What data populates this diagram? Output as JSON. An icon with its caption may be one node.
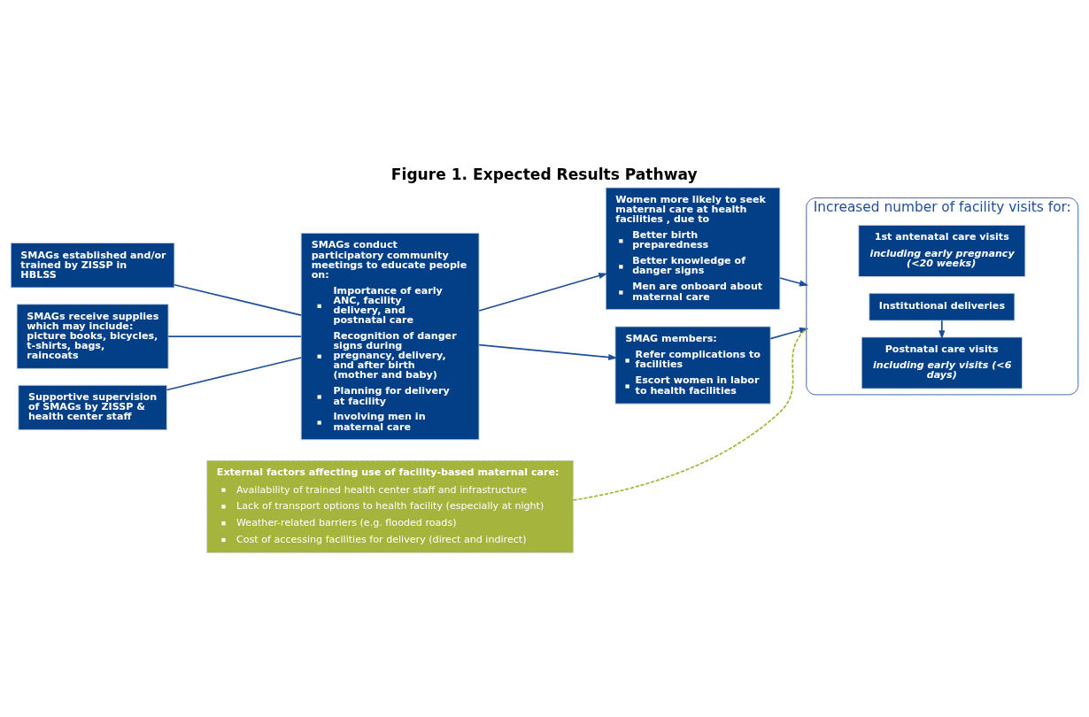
{
  "diagram": {
    "title": "Figure 1. Expected Results Pathway",
    "nodes": [
      {
        "text": [
          "SMAGs established and/or trained by ZISSP in HBLSS"
        ]
      },
      {
        "text": [
          "SMAGs receive supplies which may include: picture books, bicycles, t-shirts, bags, raincoats"
        ]
      },
      {
        "text": [
          "Supportive supervision of SMAGs by ZISSP & health center staff"
        ]
      },
      {
        "text": [
          "SMAGs conduct participatory community meetings to educate people on:",
          "Importance of early ANC, facility delivery, and postnatal care",
          "Recognition of danger signs during pregnancy, delivery, and after birth (mother and baby)",
          "Planning for delivery at facility",
          "Involving men in maternal care"
        ]
      },
      {
        "text": [
          "Women more likely to seek maternal care at health facilities , due to",
          "Better birth preparedness",
          "Better knowledge of danger signs",
          "Men are onboard about maternal care"
        ]
      },
      {
        "text": [
          "SMAG members:",
          "Refer complications to facilities",
          "Escort women in labor to health facilities"
        ]
      },
      {
        "text": [
          "Increased number of facility visits for:"
        ]
      },
      {
        "text": [
          "1st antenatal care visits",
          "including early pregnancy (<20 weeks)"
        ],
        "in": 6
      },
      {
        "text": [
          "Institutional deliveries"
        ],
        "in": 6
      },
      {
        "text": [
          "Postnatal care visits",
          "including early visits (<6 days)"
        ],
        "in": 6
      },
      {
        "text": [
          "External factors affecting use of facility-based maternal care:",
          "Availability of trained health center staff and infrastructure",
          "Lack of transport options to health facility (especially at night)",
          "Weather-related barriers (e.g. flooded roads)",
          "Cost of accessing facilities for delivery (direct and indirect)"
        ]
      }
    ],
    "edges": [
      {
        "from": 0,
        "to": 3,
        "arrow": "none"
      },
      {
        "from": 1,
        "to": 3,
        "arrow": "none"
      },
      {
        "from": 2,
        "to": 3,
        "arrow": "none"
      },
      {
        "from": 3,
        "to": 4,
        "arrow": "to"
      },
      {
        "from": 3,
        "to": 5,
        "arrow": "to"
      },
      {
        "from": 4,
        "to": 6,
        "arrow": "to"
      },
      {
        "from": 5,
        "to": 6,
        "arrow": "to"
      },
      {
        "from": 8,
        "to": 9,
        "arrow": "to"
      },
      {
        "from": 10,
        "to": 6,
        "arrow": "none",
        "style": "dashed",
        "color": "#a4b43c"
      }
    ]
  }
}
